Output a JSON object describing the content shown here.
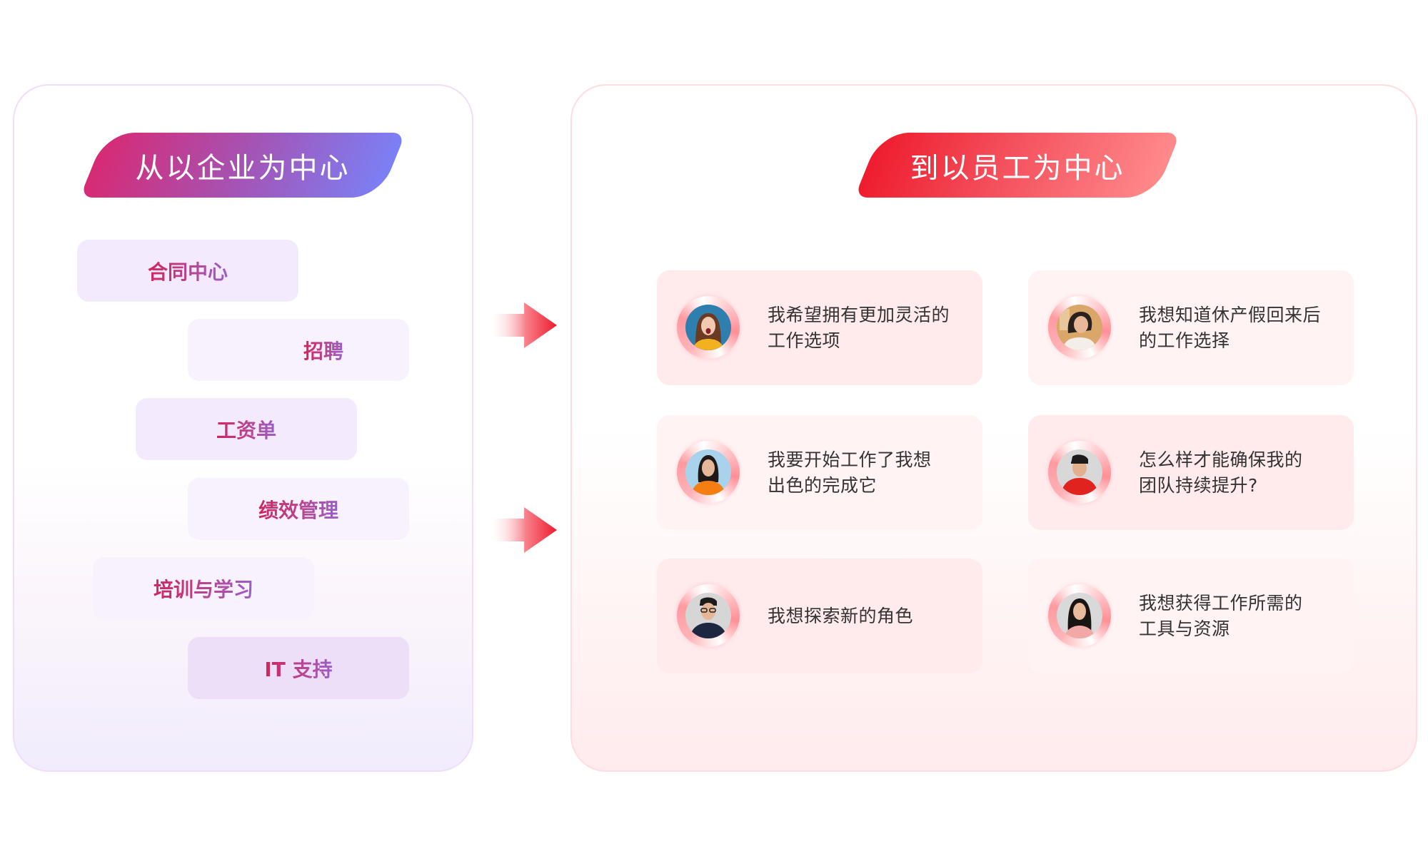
{
  "left_panel": {
    "heading": "从以企业为中心",
    "modules": [
      {
        "label": "合同中心"
      },
      {
        "label": "招聘"
      },
      {
        "label": "工资单"
      },
      {
        "label": "绩效管理"
      },
      {
        "label": "培训与学习"
      },
      {
        "label": "IT 支持"
      }
    ]
  },
  "arrows": [
    {
      "icon": "arrow-right-icon"
    },
    {
      "icon": "arrow-right-icon"
    }
  ],
  "right_panel": {
    "heading": "到以员工为中心",
    "cards": [
      {
        "lines": [
          "我希望拥有更加灵活的",
          "工作选项"
        ],
        "avatar": "woman-long-hair-yellow-shirt"
      },
      {
        "lines": [
          "我想知道休产假回来后",
          "的工作选择"
        ],
        "avatar": "woman-smiling-white-shirt"
      },
      {
        "lines": [
          "我要开始工作了我想",
          "出色的完成它"
        ],
        "avatar": "woman-orange-shirt"
      },
      {
        "lines": [
          "怎么样才能确保我的",
          "团队持续提升?"
        ],
        "avatar": "man-red-hoodie"
      },
      {
        "lines": [
          "我想探索新的角色"
        ],
        "avatar": "man-glasses-dark-jacket"
      },
      {
        "lines": [
          "我想获得工作所需的",
          "工具与资源"
        ],
        "avatar": "woman-pink-top"
      }
    ]
  },
  "colors": {
    "enterprise_gradient": [
      "#d72a74",
      "#7b80f6"
    ],
    "employee_gradient": [
      "#ee1c2e",
      "#ff8a8c"
    ],
    "module_text_gradient": [
      "#d0255e",
      "#9b5fc9"
    ],
    "card_text": "#333333"
  }
}
